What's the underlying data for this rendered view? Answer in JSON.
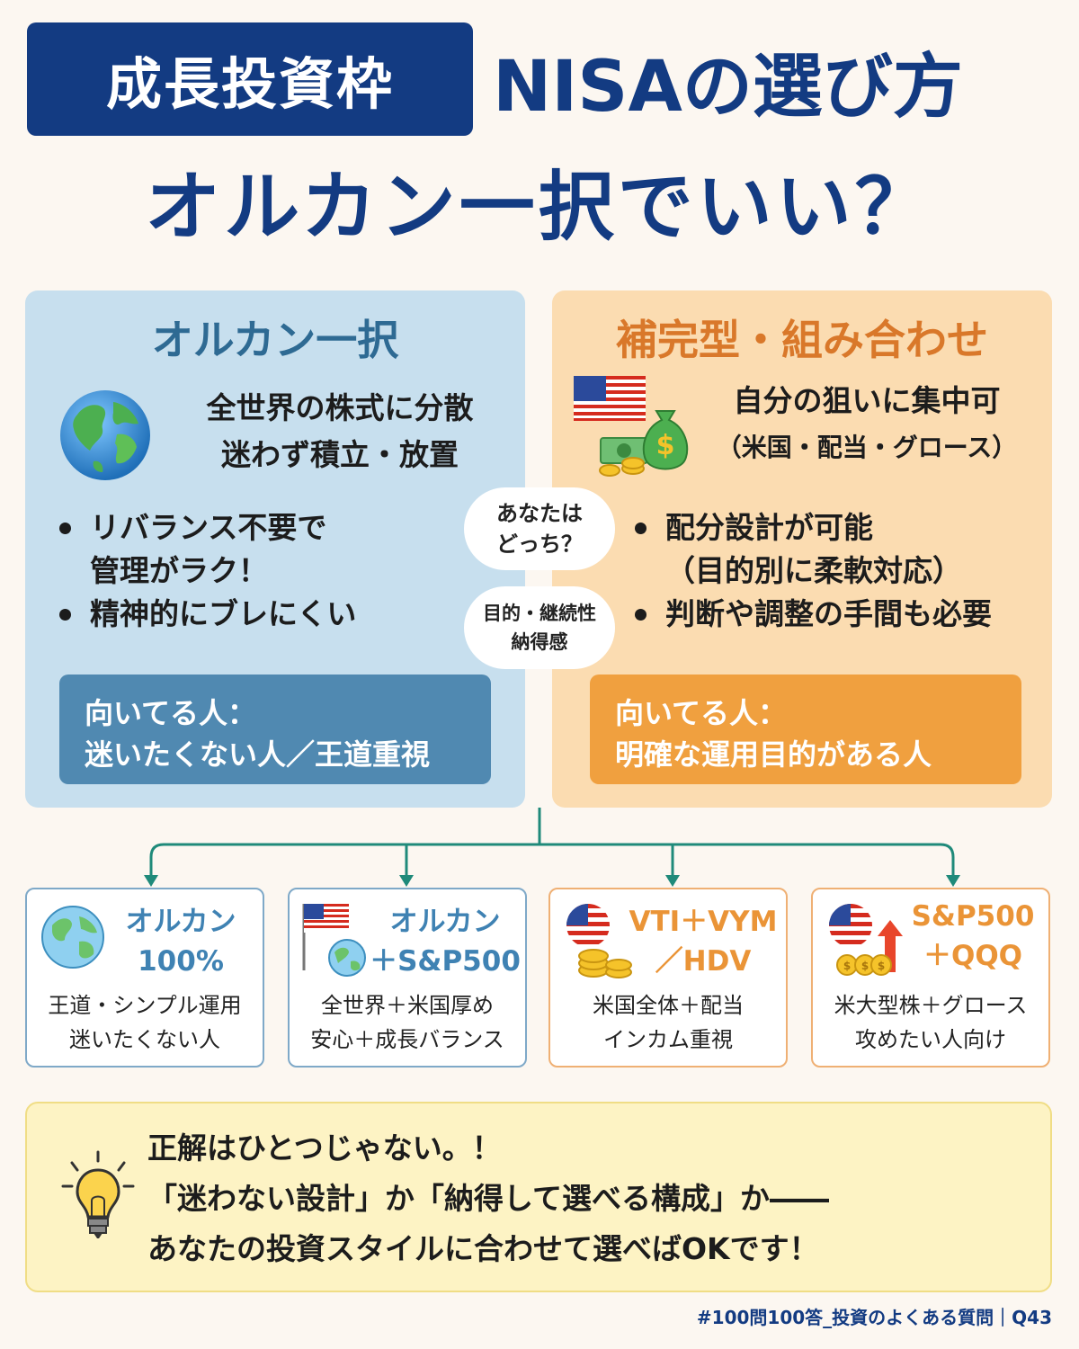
{
  "header": {
    "badge": "成長投資枠",
    "title_right": "NISAの選び方",
    "title_line2": "オルカン一択でいい？"
  },
  "left_panel": {
    "title": "オルカン一択",
    "lead_1": "全世界の株式に分散",
    "lead_2": "迷わず積立・放置",
    "bullets": [
      {
        "line1": "リバランス不要で",
        "line2": "管理がラク！"
      },
      {
        "line1": "精神的にブレにくい"
      }
    ],
    "fit_label": "向いてる人：",
    "fit_value": "迷いたくない人／王道重視",
    "icon": "globe-icon"
  },
  "right_panel": {
    "title": "補完型・組み合わせ",
    "lead_1": "自分の狙いに集中可",
    "lead_2": "（米国・配当・グロース）",
    "bullets": [
      {
        "line1": "配分設計が可能",
        "line2": "（目的別に柔軟対応）"
      },
      {
        "line1": "判断や調整の手間も必要"
      }
    ],
    "fit_label": "向いてる人：",
    "fit_value": "明確な運用目的がある人",
    "icons": [
      "us-flag-icon",
      "money-bag-icon"
    ]
  },
  "center": {
    "question_1": "あなたは",
    "question_2": "どっち？",
    "keywords_1": "目的・継続性",
    "keywords_2": "納得感"
  },
  "cards": [
    {
      "name_1": "オルカン",
      "name_2": "100%",
      "desc_1": "王道・シンプル運用",
      "desc_2": "迷いたくない人",
      "icon": "globe-icon"
    },
    {
      "name_1": "オルカン",
      "name_2": "＋S&P500",
      "desc_1": "全世界＋米国厚め",
      "desc_2": "安心＋成長バランス",
      "icon": "us-flag-globe-icon"
    },
    {
      "name_1": "VTI＋VYM",
      "name_2": "／HDV",
      "desc_1": "米国全体＋配当",
      "desc_2": "インカム重視",
      "icon": "us-coins-icon"
    },
    {
      "name_1": "S&P500",
      "name_2": "＋QQQ",
      "desc_1": "米大型株＋グロース",
      "desc_2": "攻めたい人向け",
      "icon": "us-growth-coins-icon"
    }
  ],
  "conclusion": {
    "line1": "正解はひとつじゃない。！",
    "line2": "「迷わない設計」か「納得して選べる構成」か――",
    "line3": "あなたの投資スタイルに合わせて選べばOKです！",
    "icon": "lightbulb-icon"
  },
  "footer": "#100問100答_投資のよくある質問｜Q43",
  "colors": {
    "navy": "#133b82",
    "left_bg": "#c7dfee",
    "right_bg": "#fbdcb1",
    "left_accent": "#5089b1",
    "right_accent": "#f0a03f",
    "connector": "#1f8a7a"
  }
}
